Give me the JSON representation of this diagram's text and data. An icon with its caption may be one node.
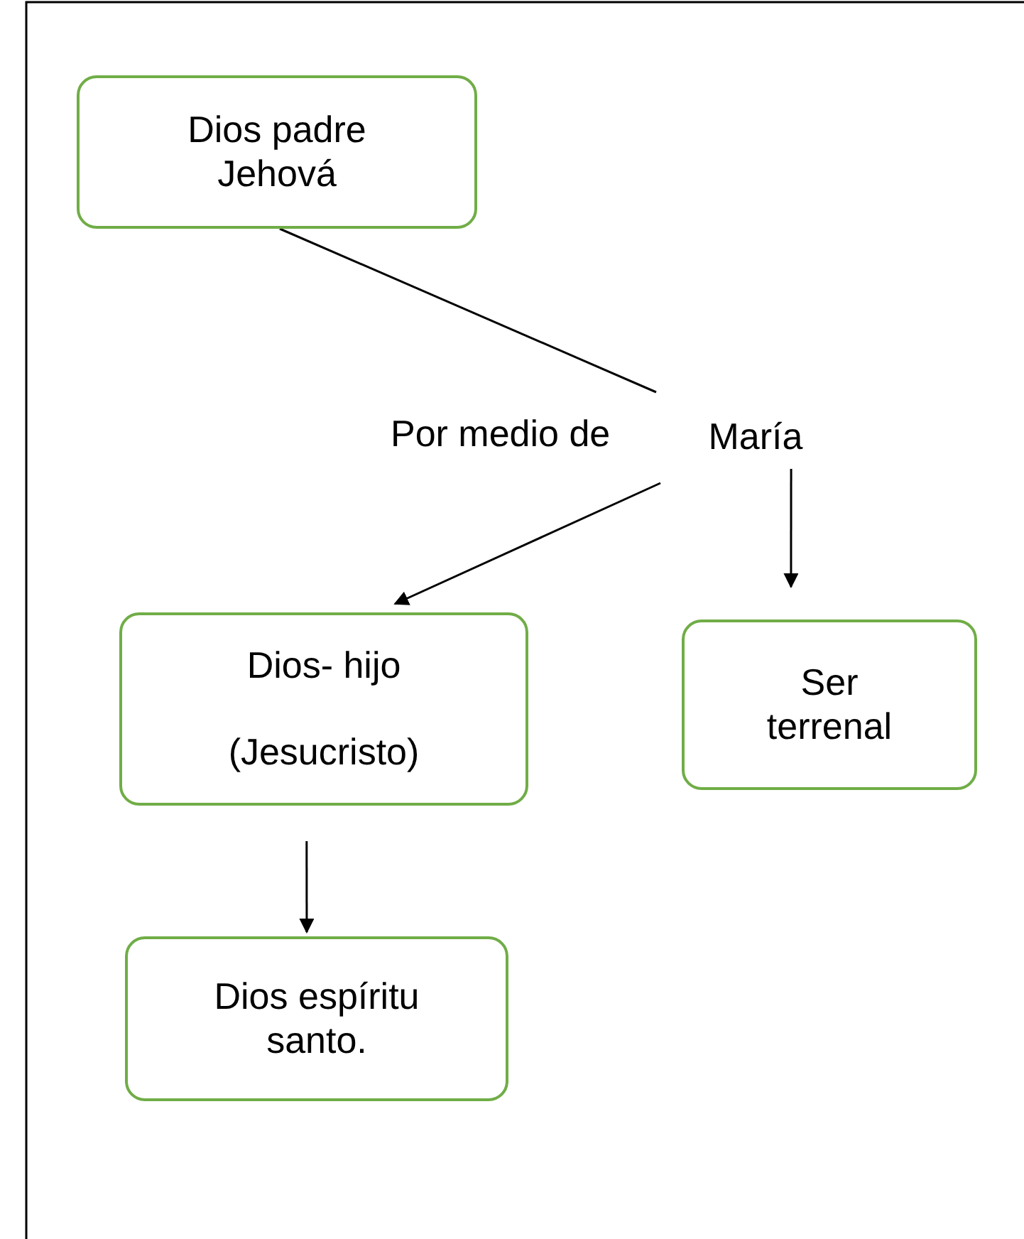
{
  "diagram": {
    "nodes": [
      {
        "text": [
          "Dios padre Jehová"
        ]
      },
      {
        "text": [
          "María"
        ]
      },
      {
        "text": [
          "Dios- hijo",
          "(Jesucristo)"
        ]
      },
      {
        "text": [
          "Ser terrenal"
        ]
      },
      {
        "text": [
          "Dios espíritu santo."
        ]
      }
    ],
    "edges": [
      {
        "from": 0,
        "to": 1,
        "arrow": "none"
      },
      {
        "from": 1,
        "to": 2,
        "arrow": "to"
      },
      {
        "from": 1,
        "to": 3,
        "arrow": "to"
      },
      {
        "from": 2,
        "to": 4,
        "arrow": "to"
      }
    ],
    "labels": [
      "Por medio de"
    ]
  }
}
